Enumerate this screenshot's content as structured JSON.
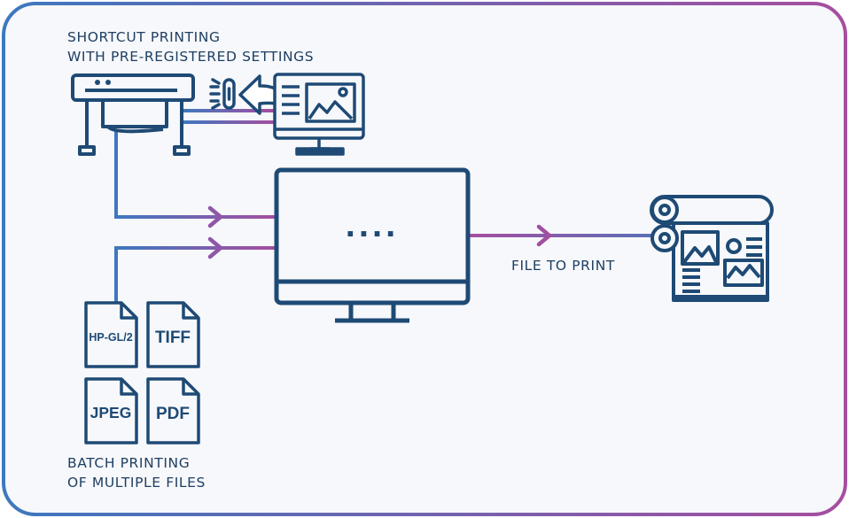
{
  "labels": {
    "shortcut_line1": "SHORTCUT PRINTING",
    "shortcut_line2": "WITH PRE-REGISTERED SETTINGS",
    "file_to_print": "FILE TO PRINT",
    "batch_line1": "BATCH PRINTING",
    "batch_line2": "OF MULTIPLE FILES"
  },
  "monitor_screen_text": "....",
  "file_types": [
    "HP-GL/2",
    "TIFF",
    "JPEG",
    "PDF"
  ],
  "colors": {
    "icon": "#1e4a75",
    "text": "#1e3f63",
    "gradient_start": "#3d78bf",
    "gradient_end": "#a64ea0",
    "background": "#f7f8fb"
  },
  "icons": {
    "printer": "large-format-printer-icon",
    "link": "link-icon",
    "arrow": "send-arrow-icon",
    "small_monitor": "computer-with-image-icon",
    "main_monitor": "computer-monitor-icon",
    "output": "printed-roll-output-icon",
    "file": "document-file-icon"
  }
}
